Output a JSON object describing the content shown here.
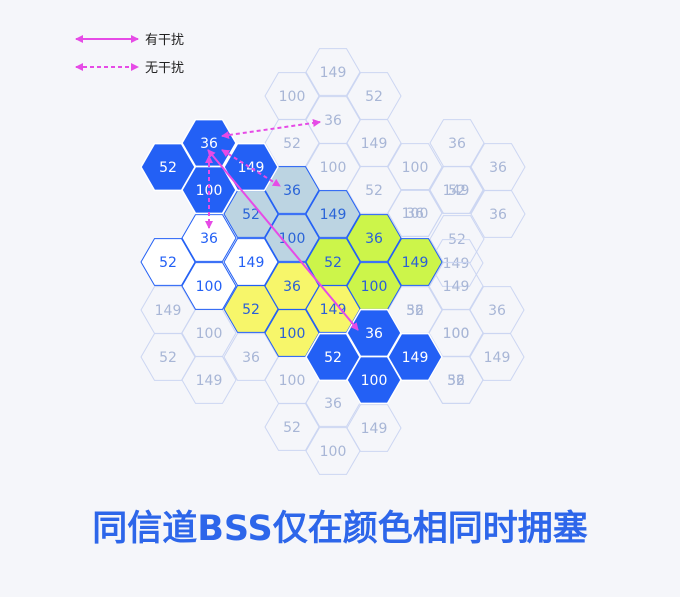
{
  "legend": {
    "solid_label": "有干扰",
    "dashed_label": "无干扰"
  },
  "title": "同信道BSS仅在颜色相同时拥塞",
  "colors": {
    "faint_stroke": "#ccd6f2",
    "faint_text": "#a8b6d6",
    "blue_fill": "#2360f5",
    "gray_fill": "#bcd4e2",
    "green_fill": "#ccf54a",
    "yellow_fill": "#f7f66a",
    "white_stroke": "#2360f5",
    "arrow": "#e64be6",
    "title": "#2d66ea"
  },
  "cells": [
    {
      "label": "149",
      "style": "faint"
    },
    {
      "label": "100",
      "style": "faint"
    },
    {
      "label": "52",
      "style": "faint"
    },
    {
      "label": "36",
      "style": "faint"
    },
    {
      "label": "52",
      "style": "faint"
    },
    {
      "label": "149",
      "style": "faint"
    },
    {
      "label": "100",
      "style": "faint"
    },
    {
      "label": "36",
      "style": "faint"
    },
    {
      "label": "52",
      "style": "faint"
    },
    {
      "label": "52",
      "style": "faint"
    },
    {
      "label": "100",
      "style": "faint"
    },
    {
      "label": "149",
      "style": "faint"
    },
    {
      "label": "36",
      "style": "faint"
    },
    {
      "label": "36",
      "style": "faint"
    },
    {
      "label": "52",
      "style": "faint"
    },
    {
      "label": "149",
      "style": "faint"
    },
    {
      "label": "100",
      "style": "faint"
    },
    {
      "label": "52",
      "style": "faint"
    },
    {
      "label": "36",
      "style": "faint"
    },
    {
      "label": "149",
      "style": "faint"
    },
    {
      "label": "100",
      "style": "faint"
    },
    {
      "label": "36",
      "style": "faint"
    },
    {
      "label": "52",
      "style": "faint"
    },
    {
      "label": "149",
      "style": "faint"
    },
    {
      "label": "100",
      "style": "faint"
    },
    {
      "label": "52",
      "style": "faint"
    },
    {
      "label": "100",
      "style": "faint"
    },
    {
      "label": "36",
      "style": "faint"
    },
    {
      "label": "149",
      "style": "faint"
    },
    {
      "label": "36",
      "style": "faint"
    },
    {
      "label": "52",
      "style": "faint"
    },
    {
      "label": "149",
      "style": "faint"
    },
    {
      "label": "100",
      "style": "faint"
    },
    {
      "label": "36",
      "style": "faint"
    },
    {
      "label": "52",
      "style": "faint"
    },
    {
      "label": "149",
      "style": "faint"
    },
    {
      "label": "36",
      "style": "faint"
    },
    {
      "label": "100",
      "style": "faint"
    },
    {
      "label": "52",
      "style": "faint"
    },
    {
      "label": "36",
      "style": "white"
    },
    {
      "label": "52",
      "style": "white"
    },
    {
      "label": "149",
      "style": "white"
    },
    {
      "label": "100",
      "style": "white"
    },
    {
      "label": "36",
      "style": "gray"
    },
    {
      "label": "52",
      "style": "gray"
    },
    {
      "label": "149",
      "style": "gray"
    },
    {
      "label": "100",
      "style": "gray"
    },
    {
      "label": "36",
      "style": "green"
    },
    {
      "label": "52",
      "style": "green"
    },
    {
      "label": "149",
      "style": "green"
    },
    {
      "label": "100",
      "style": "green"
    },
    {
      "label": "36",
      "style": "yellow"
    },
    {
      "label": "52",
      "style": "yellow"
    },
    {
      "label": "149",
      "style": "yellow"
    },
    {
      "label": "100",
      "style": "yellow"
    },
    {
      "label": "36",
      "style": "blue"
    },
    {
      "label": "52",
      "style": "blue"
    },
    {
      "label": "149",
      "style": "blue"
    },
    {
      "label": "100",
      "style": "blue"
    },
    {
      "label": "36",
      "style": "blue"
    },
    {
      "label": "52",
      "style": "blue"
    },
    {
      "label": "149",
      "style": "blue"
    },
    {
      "label": "100",
      "style": "blue"
    }
  ]
}
